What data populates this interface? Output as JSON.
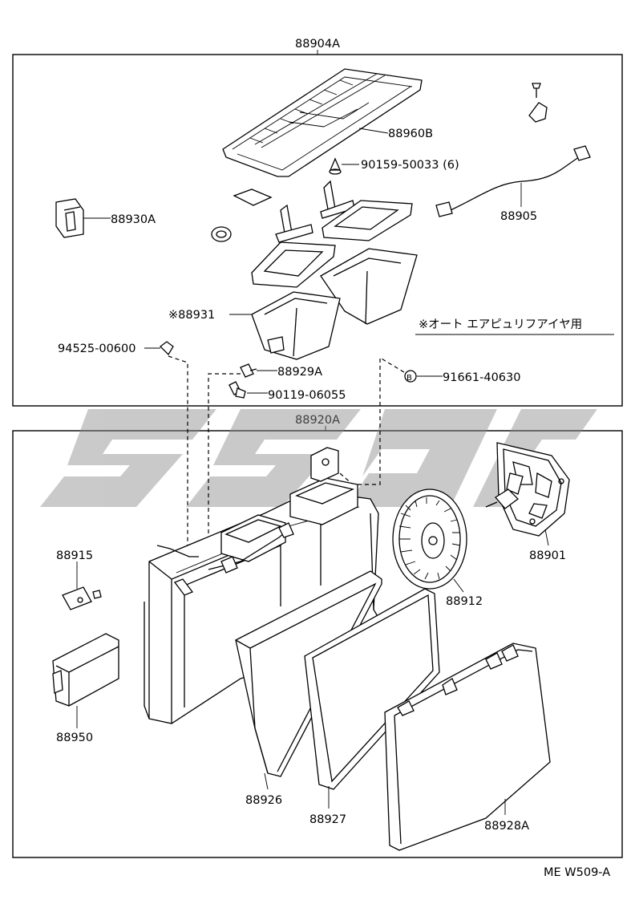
{
  "frames": {
    "upper_label": "88904A",
    "lower_label": "88920A"
  },
  "parts": {
    "p88960B": "88960B",
    "p90159": "90159-50033 (6)",
    "p88930A": "88930A",
    "p88905": "88905",
    "p88931": "※88931",
    "p94525": "94525-00600",
    "p88929A": "88929A",
    "p90119": "90119-06055",
    "p91661": "91661-40630",
    "p88901": "88901",
    "p88912": "88912",
    "p88915": "88915",
    "p88950": "88950",
    "p88926": "88926",
    "p88927": "88927",
    "p88928A": "88928A"
  },
  "note": "※オート エアピュリフアイヤ用",
  "bolt_marker": "B",
  "ref_code": "ME W509-A"
}
